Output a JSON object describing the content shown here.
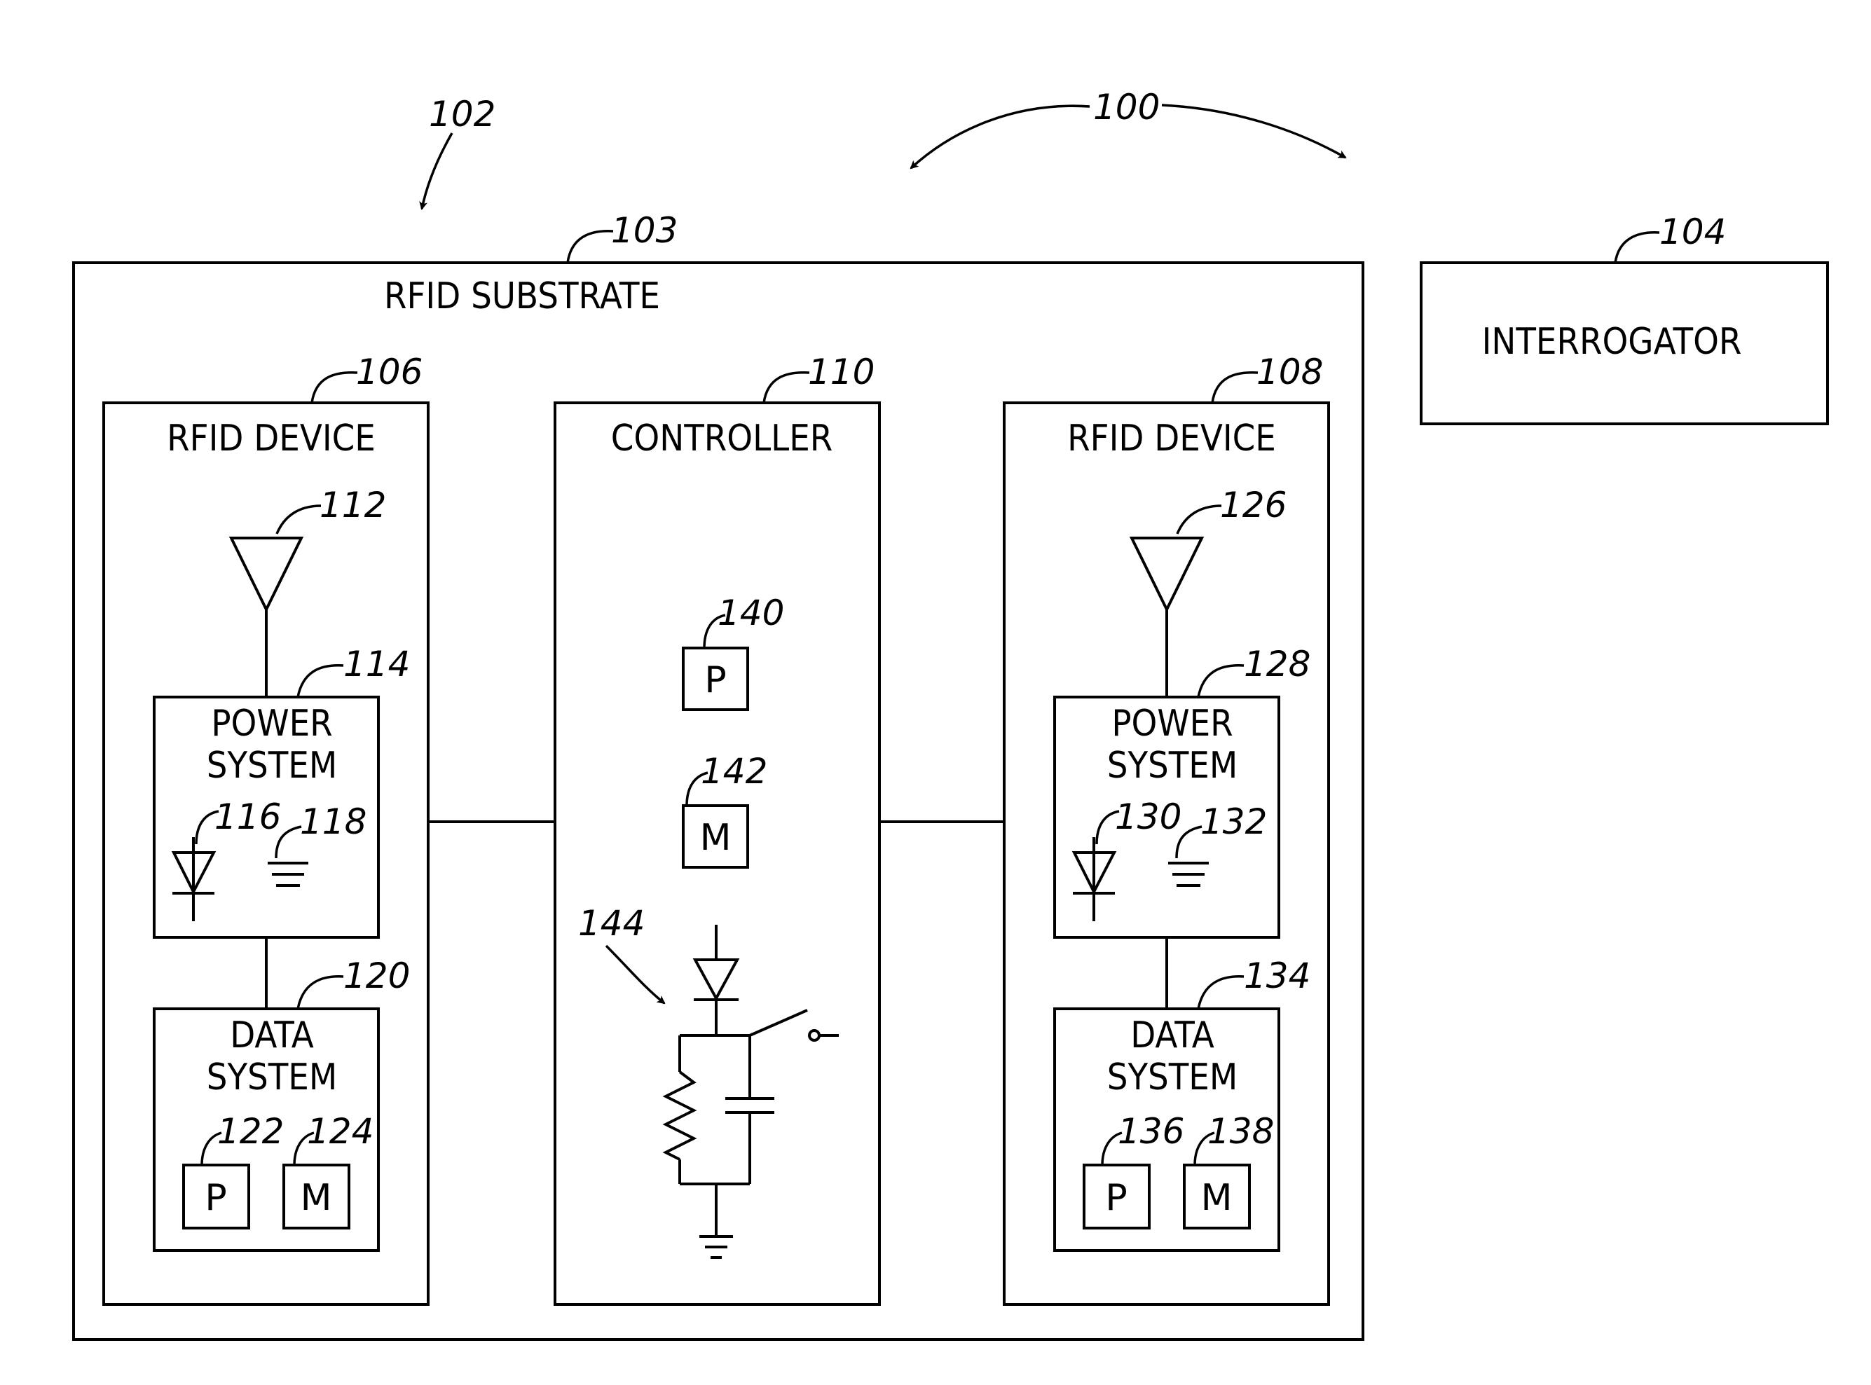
{
  "labels": {
    "rfid_substrate": "RFID SUBSTRATE",
    "interrogator": "INTERROGATOR",
    "rfid_device_left": "RFID DEVICE",
    "controller": "CONTROLLER",
    "rfid_device_right": "RFID DEVICE",
    "power_left_1": "POWER",
    "power_left_2": "SYSTEM",
    "data_left_1": "DATA",
    "data_left_2": "SYSTEM",
    "power_right_1": "POWER",
    "power_right_2": "SYSTEM",
    "data_right_1": "DATA",
    "data_right_2": "SYSTEM",
    "p_left": "P",
    "m_left": "M",
    "p_ctrl": "P",
    "m_ctrl": "M",
    "p_right": "P",
    "m_right": "M"
  },
  "refs": {
    "r100": "100",
    "r102": "102",
    "r103": "103",
    "r104": "104",
    "r106": "106",
    "r108": "108",
    "r110": "110",
    "r112": "112",
    "r114": "114",
    "r116": "116",
    "r118": "118",
    "r120": "120",
    "r122": "122",
    "r124": "124",
    "r126": "126",
    "r128": "128",
    "r130": "130",
    "r132": "132",
    "r134": "134",
    "r136": "136",
    "r138": "138",
    "r140": "140",
    "r142": "142",
    "r144": "144"
  }
}
